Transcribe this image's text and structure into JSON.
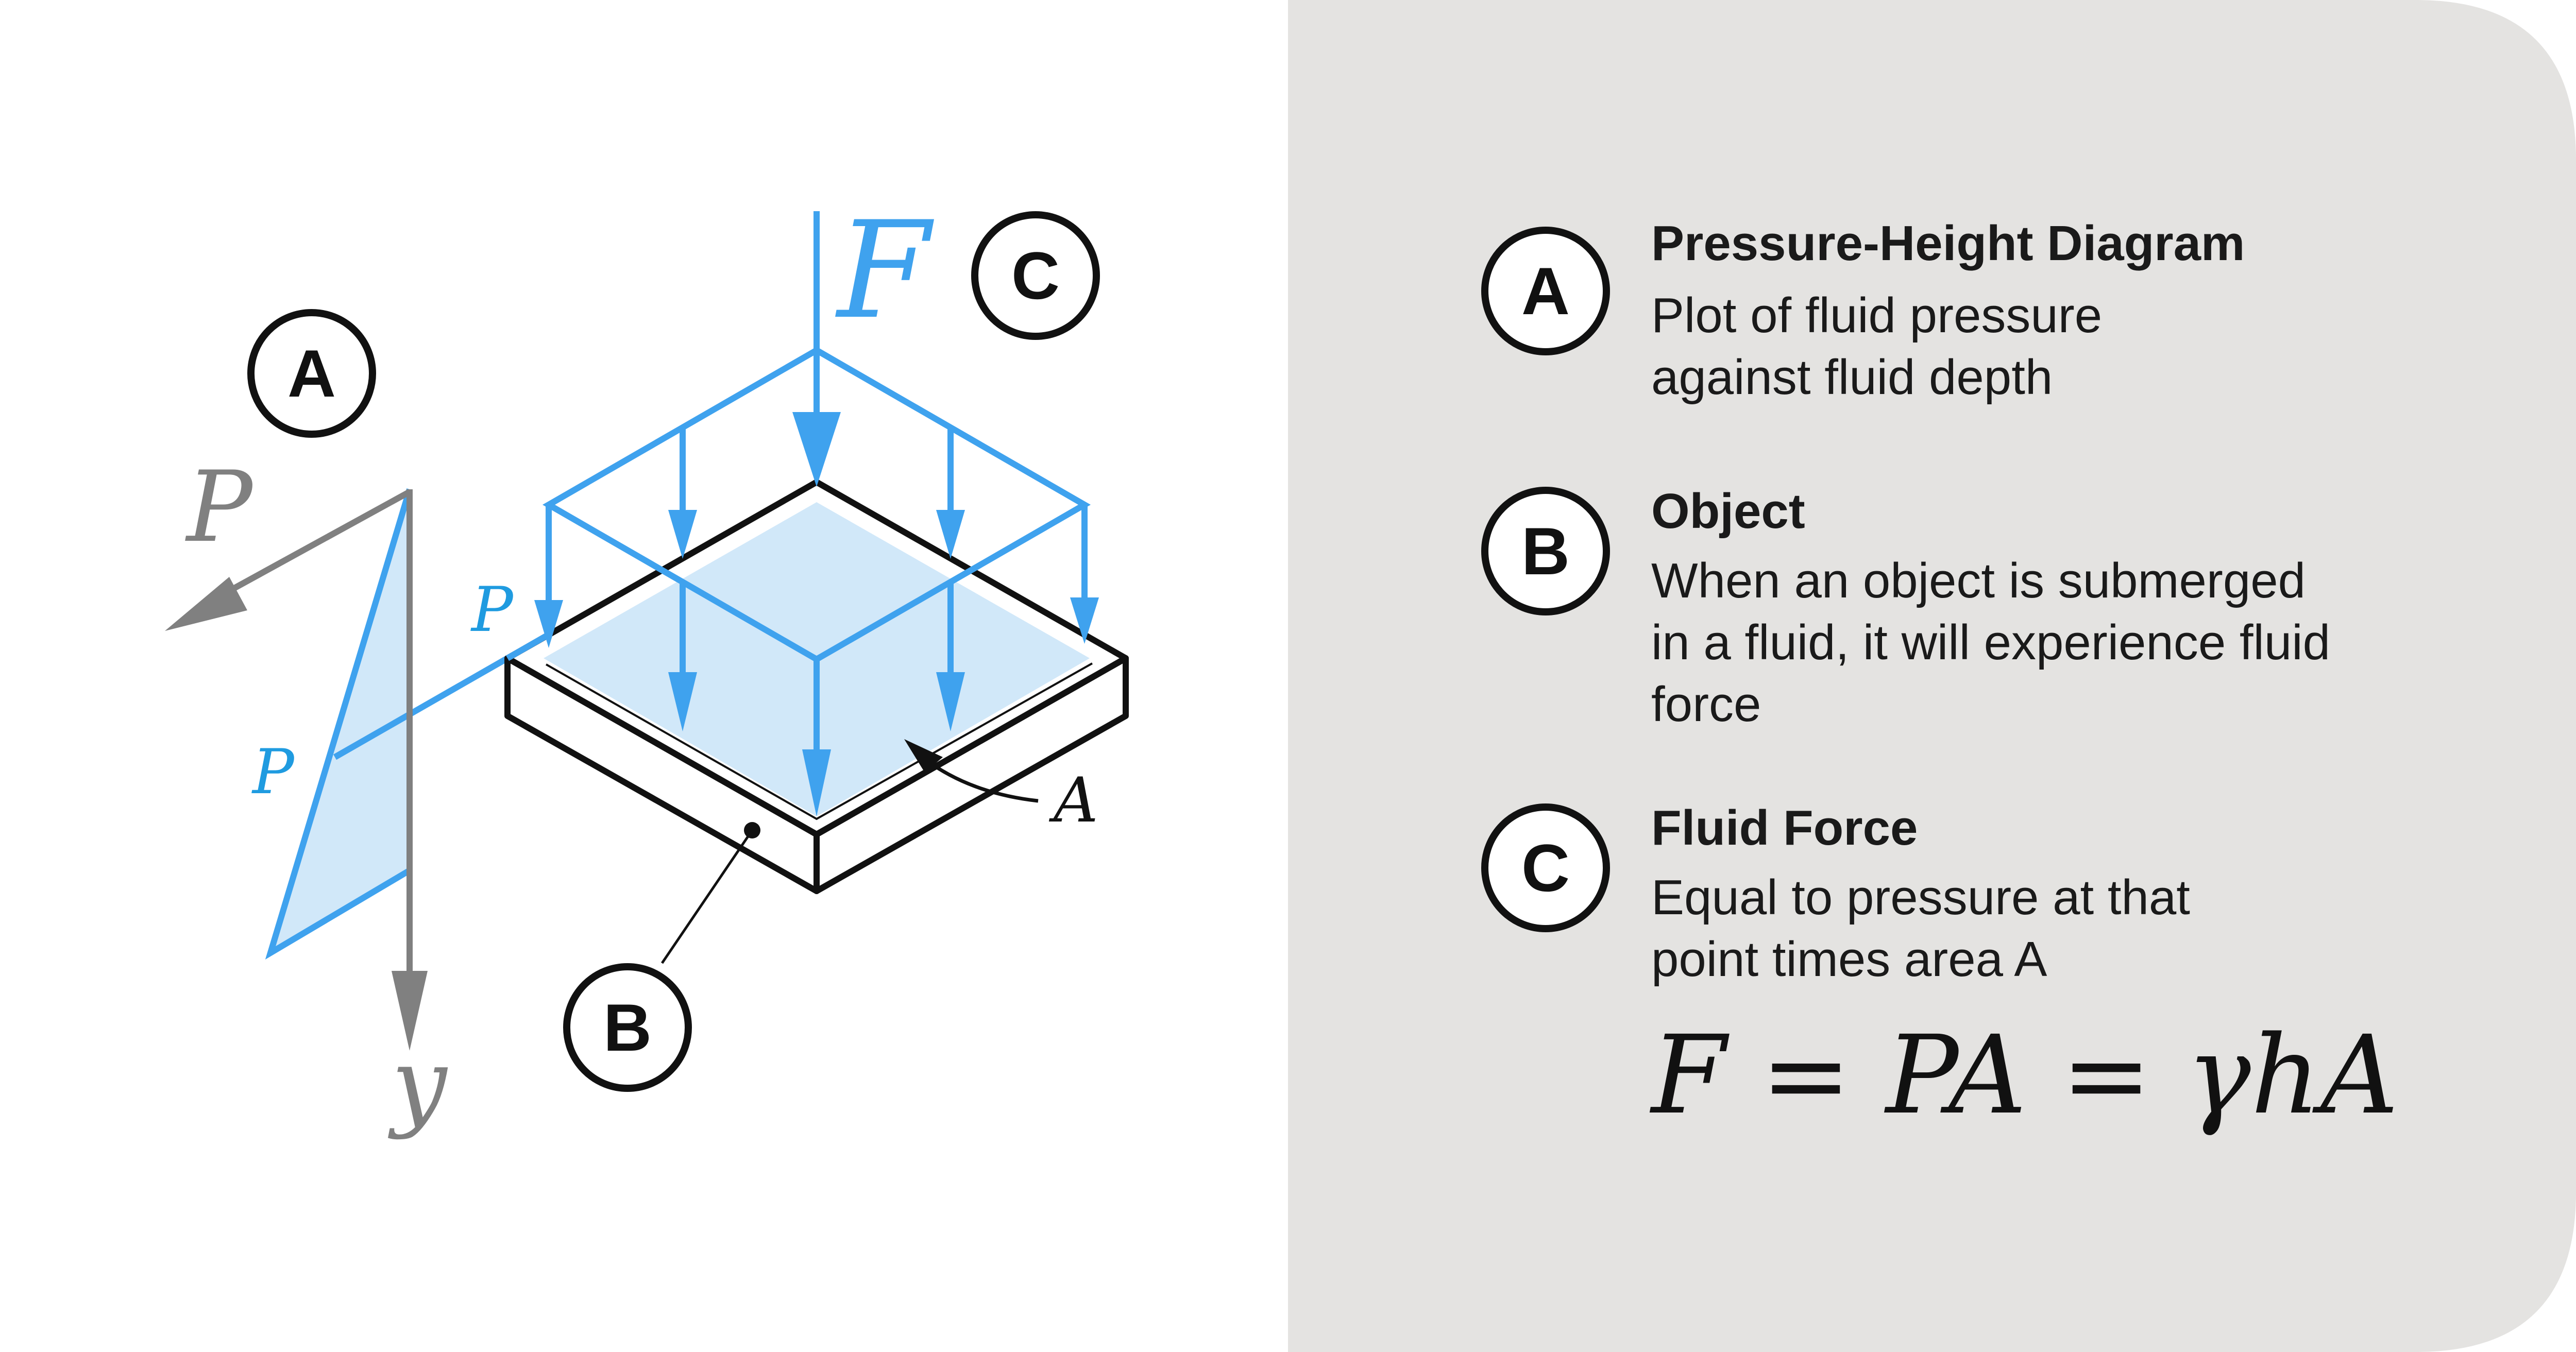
{
  "colors": {
    "blue": "#3fa2ee",
    "light_blue": "#d1e8f9",
    "label_blue": "#1f9be0",
    "gray": "#808080",
    "black": "#111111",
    "panel": "#e4e3e1"
  },
  "diagram": {
    "force_label": "F",
    "pressure_axis_label": "P",
    "depth_axis_label": "y",
    "pressure_label_diagram": "P",
    "pressure_label_object": "P",
    "area_label": "A",
    "badges": {
      "a": "A",
      "b": "B",
      "c": "C"
    }
  },
  "legend": {
    "items": [
      {
        "badge": "A",
        "title": "Pressure-Height Diagram",
        "lines": [
          "Plot of fluid pressure",
          "against fluid depth"
        ]
      },
      {
        "badge": "B",
        "title": "Object",
        "lines": [
          "When an object is submerged",
          "in a fluid, it will experience fluid",
          "force"
        ]
      },
      {
        "badge": "C",
        "title": "Fluid Force",
        "lines": [
          "Equal to pressure at that",
          "point times area A"
        ]
      }
    ],
    "equation": "F = PA = γhA"
  }
}
